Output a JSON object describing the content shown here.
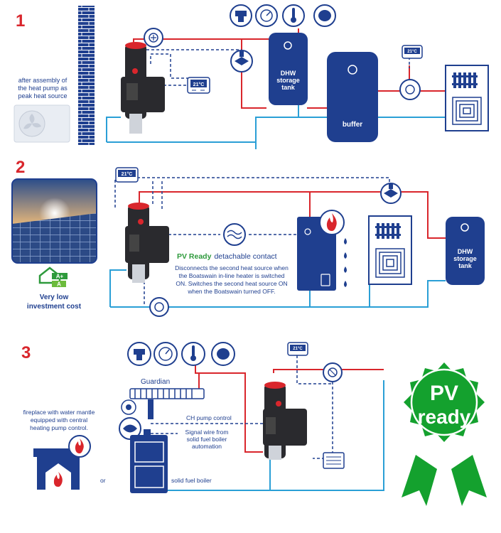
{
  "colors": {
    "navy": "#1f3f8f",
    "red": "#d9262c",
    "pipe_blue": "#2a9fd6",
    "green": "#2e9a3c",
    "badge_green": "#14a12e"
  },
  "section1": {
    "number": "1",
    "caption_lines": [
      "after assembly of",
      "the heat pump as",
      "peak heat source"
    ],
    "thermostat_reading": "21°C",
    "tank_label": [
      "DHW",
      "storage",
      "tank"
    ],
    "buffer_label": "buffer",
    "icons": [
      "pump-icon",
      "valve-icon",
      "pressure-gauge-icon",
      "thermometer-icon",
      "expansion-vessel-icon",
      "radiator-icon",
      "floor-heating-icon"
    ]
  },
  "section2": {
    "number": "2",
    "thermostat_reading": "21°C",
    "energy_classes": [
      "A+",
      "A"
    ],
    "low_cost_lines": [
      "Very low",
      "investment cost"
    ],
    "pv_ready_green": "PV Ready",
    "pv_ready_rest": "detachable contact",
    "description_lines": [
      "Disconnects the second heat source when",
      "the Boatswain in-line heater is switched",
      "ON. Switches the second heat source ON",
      "when the Boatswain turned OFF."
    ],
    "tank_label": [
      "DHW",
      "storage",
      "tank"
    ]
  },
  "section3": {
    "number": "3",
    "thermostat_reading": "21°C",
    "guardian_label": "Guardian",
    "ch_pump_label": "CH pump control",
    "signal_lines": [
      "Signal wire from",
      "solid fuel boiler",
      "automation"
    ],
    "fireplace_lines": [
      "fireplace with water mantle",
      "equipped with central",
      "heating pump control."
    ],
    "or_label": "or",
    "boiler_label": "solid fuel boiler",
    "badge_lines": [
      "PV",
      "ready"
    ]
  }
}
